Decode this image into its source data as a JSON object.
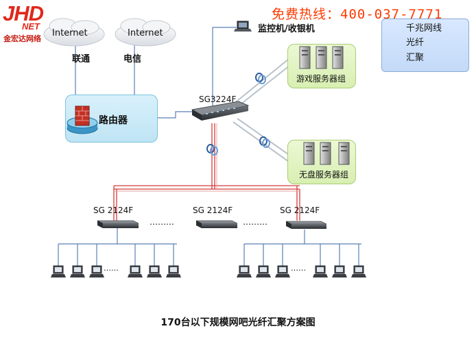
{
  "logo": {
    "brand": "JHD",
    "net": "NET",
    "company": "金宏达网络"
  },
  "hotline": "免费热线：400-037-7771",
  "legend": {
    "gigabit": "千兆网线",
    "fiber": "光纤",
    "aggregation": "汇聚"
  },
  "clouds": [
    {
      "label": "Internet",
      "isp": "联通"
    },
    {
      "label": "Internet",
      "isp": "电信"
    }
  ],
  "router": {
    "label": "路由器"
  },
  "monitor": {
    "label": "监控机/收银机"
  },
  "core_switch": {
    "label": "SG3224F"
  },
  "server_groups": [
    {
      "label": "游戏服务器组"
    },
    {
      "label": "无盘服务器组"
    }
  ],
  "access_switches": [
    {
      "label": "SG 2124F"
    },
    {
      "label": "SG 2124F"
    },
    {
      "label": "SG 2124F"
    }
  ],
  "ellipsis": "………",
  "pc_ellipsis": "……",
  "caption": "170台以下规模网吧光纤汇聚方案图",
  "colors": {
    "gigabit_line": "#5a7fb5",
    "fiber_line": "#d43a3a",
    "router_panel": "#c8e9f7",
    "server_panel": "#dff0bf",
    "hotline": "#ff3a00",
    "logo": "#e0281c"
  }
}
